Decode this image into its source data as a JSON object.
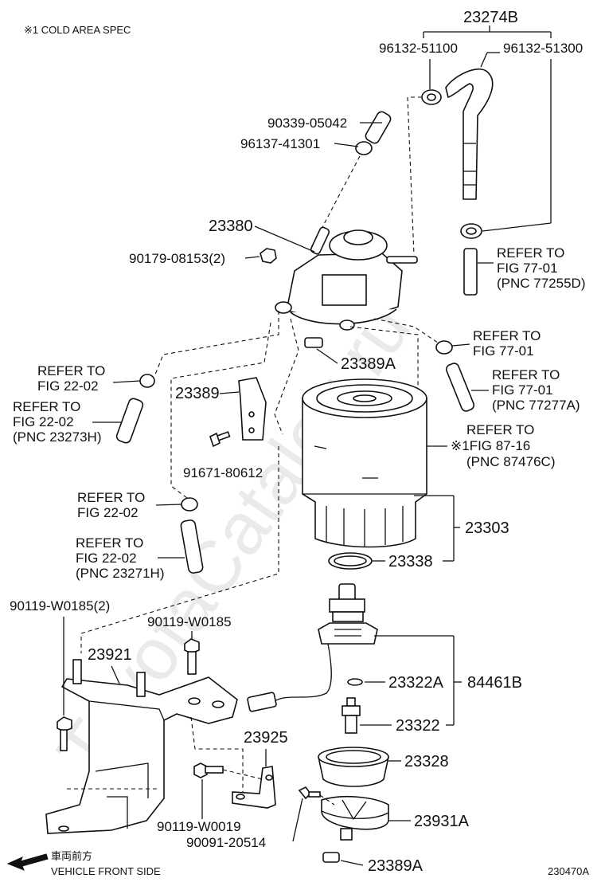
{
  "header_note": "※1 COLD AREA SPEC",
  "watermark": "ToyotaCatalog.ru",
  "figure_code": "230470A",
  "front_side": {
    "jp": "車両前方",
    "en": "VEHICLE FRONT SIDE"
  },
  "labels": {
    "p23274B": "23274B",
    "p96132_51100": "96132-51100",
    "p96132_51300": "96132-51300",
    "p90339_05042": "90339-05042",
    "p96137_41301": "96137-41301",
    "p23380": "23380",
    "p90179_08153": "90179-08153(2)",
    "p23389A_top": "23389A",
    "p23389": "23389",
    "p91671_80612": "91671-80612",
    "p23303": "23303",
    "p23338": "23338",
    "p90119_W0185_2": "90119-W0185(2)",
    "p90119_W0185": "90119-W0185",
    "p23921": "23921",
    "p23322A": "23322A",
    "p84461B": "84461B",
    "p23322": "23322",
    "p23925": "23925",
    "p23328": "23328",
    "p90119_W0019": "90119-W0019",
    "p23931A": "23931A",
    "p90091_20514": "90091-20514",
    "p23389A_bottom": "23389A"
  },
  "refs": {
    "r1": {
      "line1": "REFER TO",
      "line2": "FIG 77-01",
      "line3": "(PNC 77255D)"
    },
    "r2": {
      "line1": "REFER TO",
      "line2": "FIG 77-01"
    },
    "r3": {
      "line1": "REFER TO",
      "line2": "FIG 77-01",
      "line3": "(PNC 77277A)"
    },
    "r4": {
      "line1": "REFER TO",
      "line2": "※1FIG 87-16",
      "line3": "(PNC 87476C)"
    },
    "r5": {
      "line1": "REFER TO",
      "line2": "FIG 22-02"
    },
    "r6": {
      "line1": "REFER TO",
      "line2": "FIG 22-02",
      "line3": "(PNC 23273H)"
    },
    "r7": {
      "line1": "REFER TO",
      "line2": "FIG 22-02"
    },
    "r8": {
      "line1": "REFER TO",
      "line2": "FIG 22-02",
      "line3": "(PNC 23271H)"
    }
  }
}
